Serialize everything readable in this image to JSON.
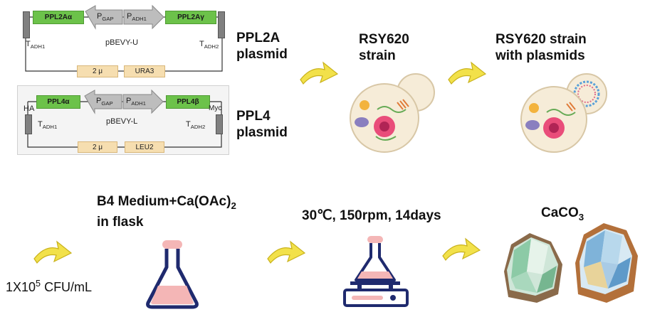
{
  "plasmid1": {
    "gene_left": "PPL2Aα",
    "gene_right": "PPL2Aγ",
    "promoter_left": "P",
    "promoter_left_sub": "GAP",
    "promoter_right": "P",
    "promoter_right_sub": "ADH1",
    "terminator_left": "T",
    "terminator_left_sub": "ADH1",
    "terminator_right": "T",
    "terminator_right_sub": "ADH2",
    "backbone": "pBEVY-U",
    "ori": "2 μ",
    "marker": "URA3",
    "label_line1": "PPL2A",
    "label_line2": "plasmid"
  },
  "plasmid2": {
    "gene_left": "PPL4α",
    "gene_right": "PPL4β",
    "promoter_left": "P",
    "promoter_left_sub": "GAP",
    "promoter_right": "P",
    "promoter_right_sub": "ADH1",
    "terminator_left": "T",
    "terminator_left_sub": "ADH1",
    "terminator_right": "T",
    "terminator_right_sub": "ADH2",
    "tag_left": "HA",
    "tag_right": "Myc",
    "backbone": "pBEVY-L",
    "ori": "2 μ",
    "marker": "LEU2",
    "label_line1": "PPL4",
    "label_line2": "plasmid"
  },
  "strain": {
    "label_line1": "RSY620",
    "label_line2": "strain"
  },
  "strain_plasmids": {
    "label_line1": "RSY620 strain",
    "label_line2": "with plasmids"
  },
  "step_inoculum": {
    "text": "1X10",
    "sup": "5",
    "unit": " CFU/mL"
  },
  "step_medium": {
    "line1_main": "B4 Medium+Ca(OAc)",
    "line1_sub": "2",
    "line2": "in flask"
  },
  "step_culture": {
    "text": "30℃, 150rpm, 14days"
  },
  "step_product": {
    "text": "CaCO",
    "sub": "3"
  },
  "colors": {
    "gene_green": "#6cc24a",
    "marker_beige": "#f6deb0",
    "arrow_yellow": "#f2e14a",
    "flask_navy": "#1f2a6e",
    "flask_pink": "#f4b6b6"
  }
}
